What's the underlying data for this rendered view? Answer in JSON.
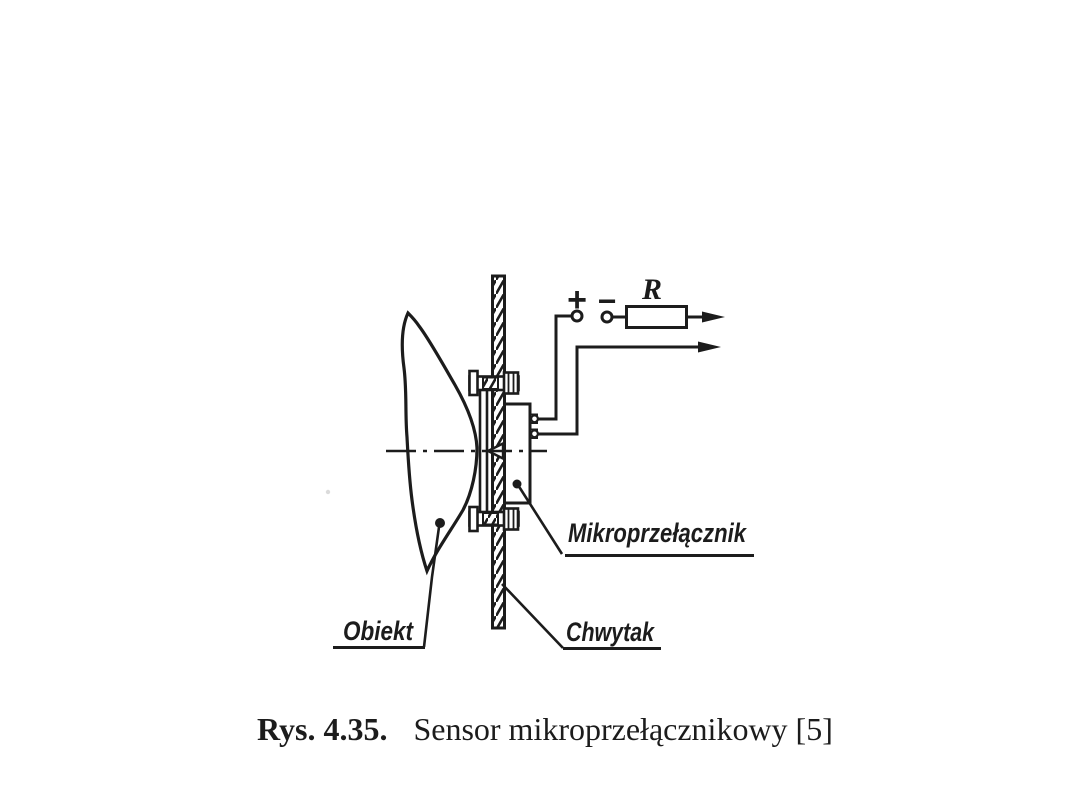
{
  "figure": {
    "component_labels": {
      "object": "Obiekt",
      "gripper": "Chwytak",
      "microswitch": "Mikroprzełącznik"
    },
    "circuit": {
      "resistor_label": "R",
      "plus_terminal": "+",
      "minus_terminal": "−"
    },
    "caption": {
      "figure_number": "Rys. 4.35.",
      "title": "Sensor mikroprzełącznikowy [5]"
    },
    "colors": {
      "ink": "#1c1c1c",
      "paper": "#ffffff"
    }
  }
}
